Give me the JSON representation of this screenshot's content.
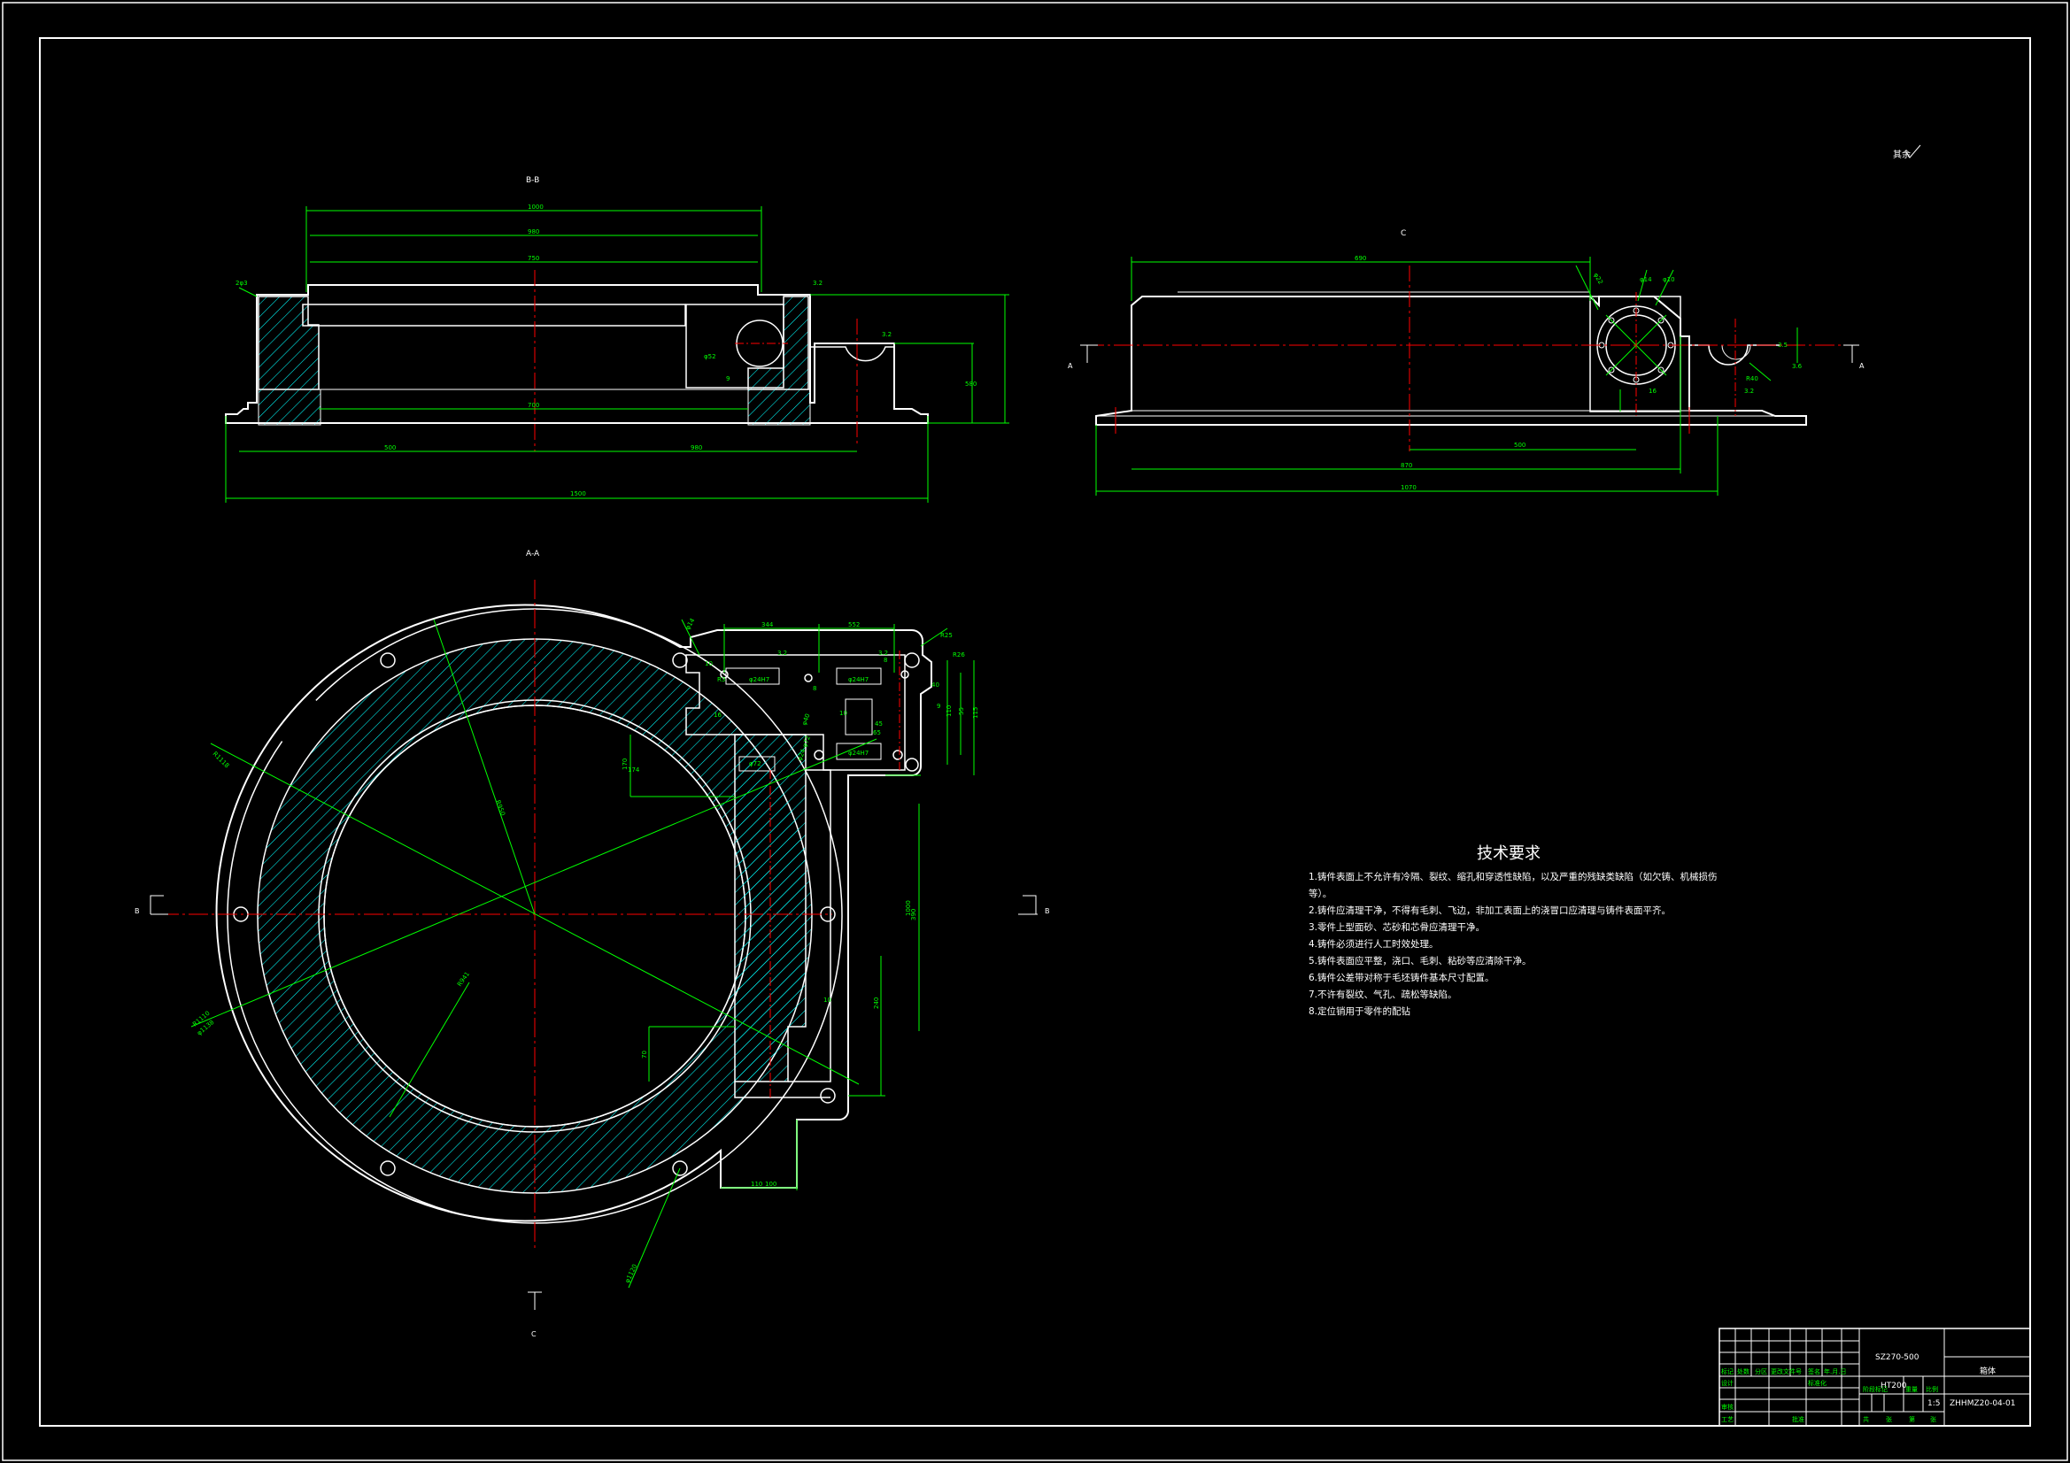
{
  "view_labels": {
    "front_section": "B-B",
    "side_view": "C",
    "plan_section": "A-A"
  },
  "section_marks": {
    "a": "A",
    "b": "B",
    "c": "C"
  },
  "roughness_note": "其余",
  "front_dims": [
    "2φ3",
    "1000",
    "980",
    "750",
    "9",
    "700",
    "3.2",
    "3.2",
    "φ52",
    "500",
    "980",
    "580",
    "1500"
  ],
  "side_dims": [
    "690",
    "φ22",
    "φ14",
    "φ10",
    "16",
    "3.5",
    "R40",
    "3.2",
    "3.6",
    "500",
    "870",
    "1070"
  ],
  "plan_dims": [
    "R1118",
    "R1110",
    "R950",
    "R941",
    "φ14",
    "φ1120",
    "1000",
    "110",
    "R25",
    "φ24-φ72",
    "R26",
    "φ1138",
    "344",
    "552",
    "3.2",
    "3.2",
    "10",
    "R3",
    "40",
    "55",
    "8",
    "φ24H7",
    "φ24H7",
    "φ24H7",
    "16",
    "φ72",
    "170",
    "φ40",
    "8",
    "10",
    "115",
    "110",
    "9",
    "45",
    "10",
    "65",
    "390",
    "240",
    "70",
    "100",
    "174"
  ],
  "tech_requirements": {
    "title": "技术要求",
    "items": [
      "1.铸件表面上不允许有冷隔、裂纹、缩孔和穿透性缺陷，以及严重的残缺类缺陷（如欠铸、机械损伤",
      "等）。",
      "2.铸件应清理干净，不得有毛刺、飞边，非加工表面上的浇冒口应清理与铸件表面平齐。",
      "3.零件上型面砂、芯砂和芯骨应清理干净。",
      "4.铸件必须进行人工时效处理。",
      "5.铸件表面应平整，浇口、毛刺、粘砂等应清除干净。",
      "6.铸件公差带对称于毛坯铸件基本尺寸配置。",
      "7.不许有裂纹、气孔、疏松等缺陷。",
      "8.定位销用于零件的配钻"
    ]
  },
  "title_block": {
    "drawing_number": "SZ270-500",
    "part_name": "箱体",
    "material": "HT200",
    "code": "ZHHMZ20-04-01",
    "scale": "1:5",
    "labels": [
      "标记",
      "处数",
      "分区",
      "更改文件号",
      "签名",
      "年.月.日",
      "设计",
      "标准化",
      "阶段标记",
      "重量",
      "比例",
      "审核",
      "工艺",
      "批准",
      "共",
      "张",
      "第",
      "张"
    ]
  }
}
